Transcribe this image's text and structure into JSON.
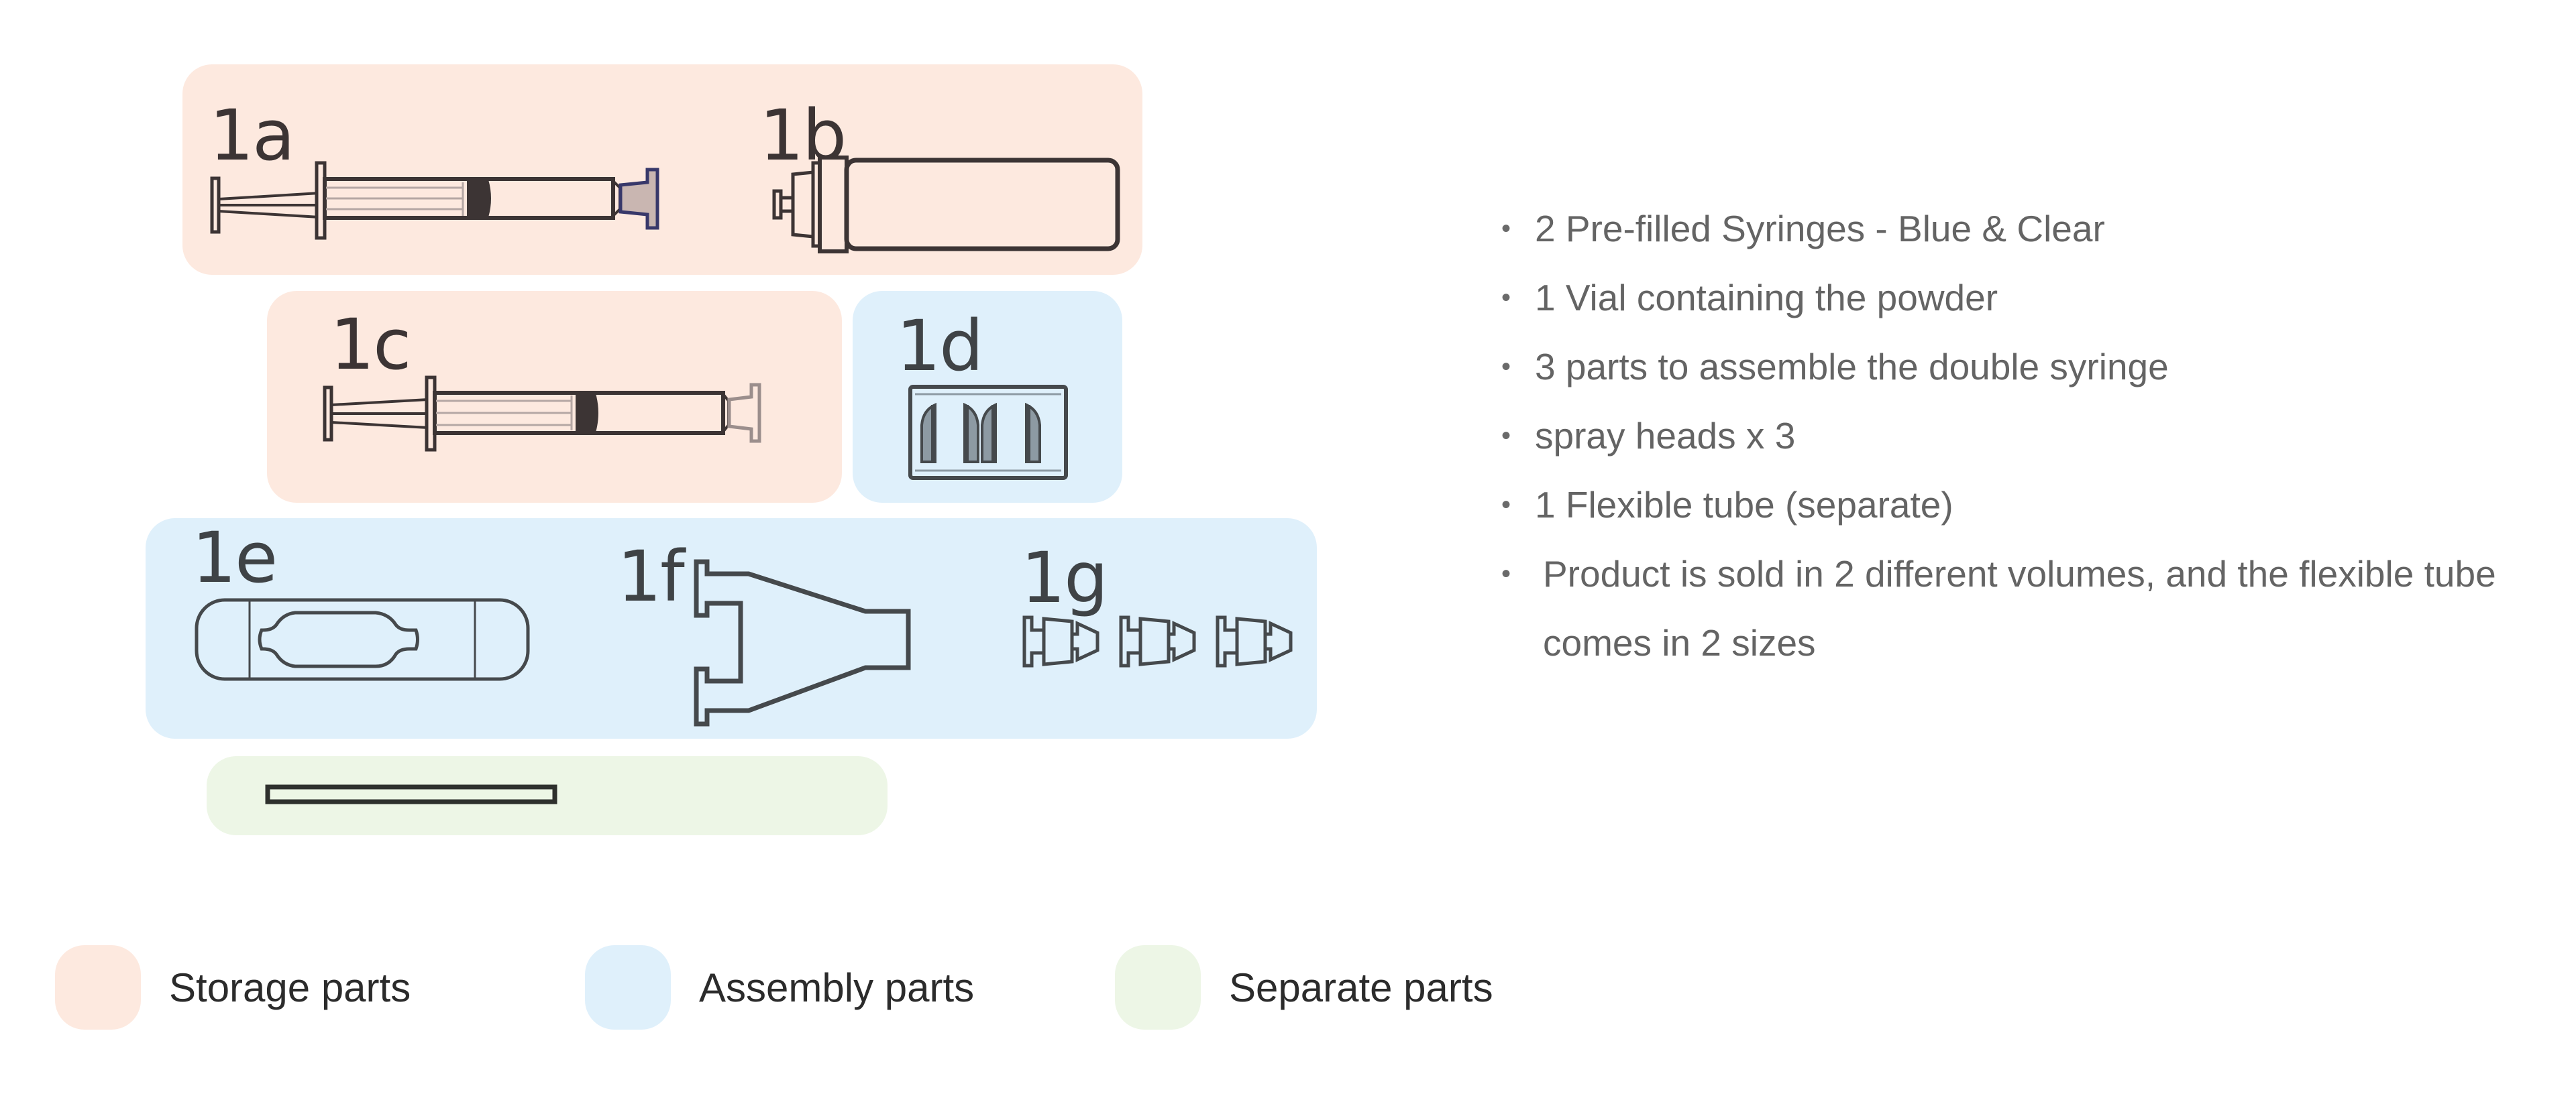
{
  "parts": {
    "1a": {
      "label": "1a",
      "name": "Pre-filled syringe (blue)",
      "group": "storage"
    },
    "1b": {
      "label": "1b",
      "name": "Vial",
      "group": "storage"
    },
    "1c": {
      "label": "1c",
      "name": "Pre-filled syringe (clear)",
      "group": "storage"
    },
    "1d": {
      "label": "1d",
      "name": "Spray heads tray",
      "group": "assembly"
    },
    "1e": {
      "label": "1e",
      "name": "Syringe holder clip",
      "group": "assembly"
    },
    "1f": {
      "label": "1f",
      "name": "Y-connector",
      "group": "assembly"
    },
    "1g": {
      "label": "1g",
      "name": "Spray heads",
      "group": "assembly",
      "count": 3
    },
    "tube": {
      "name": "Flexible tube",
      "group": "separate"
    }
  },
  "description": {
    "items": [
      "2 Pre-filled Syringes - Blue & Clear",
      "1 Vial containing the powder",
      "3 parts to assemble the double syringe",
      "spray heads x 3",
      "1 Flexible tube (separate)",
      "Product is sold in 2 different volumes, and the flexible tube comes in 2 sizes"
    ],
    "bullet": "•"
  },
  "legend": [
    {
      "label": "Storage parts",
      "color": "#fde9df"
    },
    {
      "label": "Assembly parts",
      "color": "#dff0fb"
    },
    {
      "label": "Separate parts",
      "color": "#edf6e6"
    }
  ],
  "colors": {
    "storage": "#fde9df",
    "assembly": "#dff0fb",
    "separate": "#edf6e6",
    "outline_warm": "#3c3434",
    "outline_cool": "#45494c",
    "cap_blue": "#38386a",
    "text": "#646464"
  }
}
